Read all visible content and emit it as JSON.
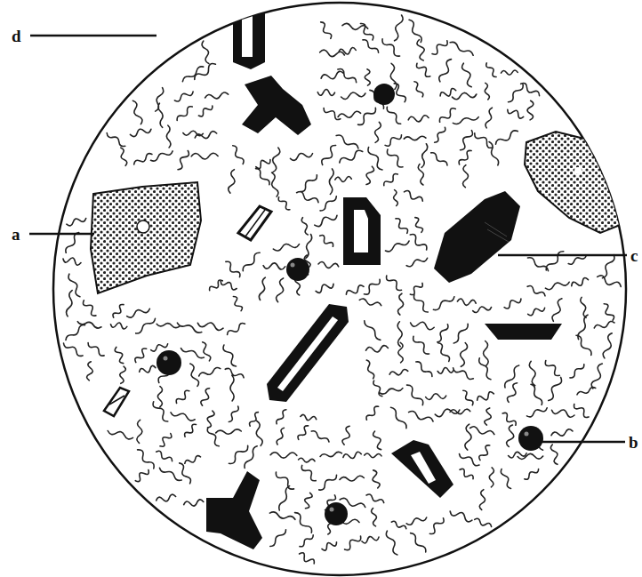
{
  "diagram": {
    "labels": [
      "d",
      "a",
      "c",
      "b"
    ]
  }
}
